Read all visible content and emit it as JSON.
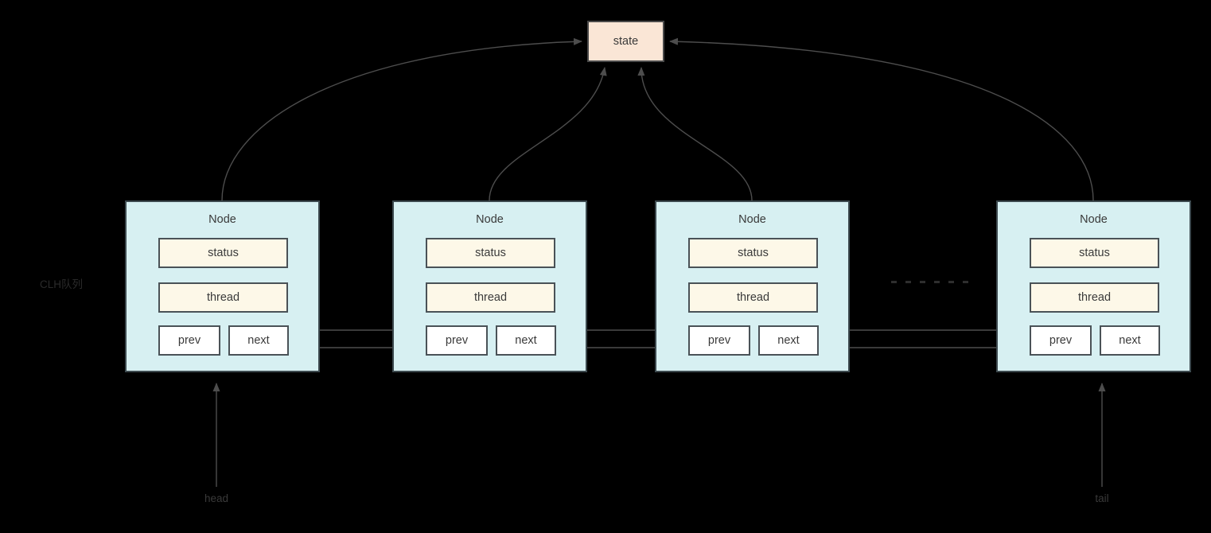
{
  "diagram": {
    "title_label": "CLH队列",
    "background_color": "#000000",
    "state": {
      "label": "state",
      "fill": "#fae6d6",
      "stroke": "#4a4a4a"
    },
    "node_fill": "#d7f0f2",
    "node_stroke": "#3d4a4f",
    "field_cream_fill": "#fdf8e8",
    "field_white_fill": "#ffffff",
    "arrow_color": "#4d4d4d",
    "nodes": [
      {
        "title": "Node",
        "status_label": "status",
        "thread_label": "thread",
        "prev_label": "prev",
        "next_label": "next"
      },
      {
        "title": "Node",
        "status_label": "status",
        "thread_label": "thread",
        "prev_label": "prev",
        "next_label": "next"
      },
      {
        "title": "Node",
        "status_label": "status",
        "thread_label": "thread",
        "prev_label": "prev",
        "next_label": "next"
      },
      {
        "title": "Node",
        "status_label": "status",
        "thread_label": "thread",
        "prev_label": "prev",
        "next_label": "next"
      }
    ],
    "pointers": {
      "head_label": "head",
      "tail_label": "tail"
    },
    "ellipsis_dot_count": 6
  }
}
